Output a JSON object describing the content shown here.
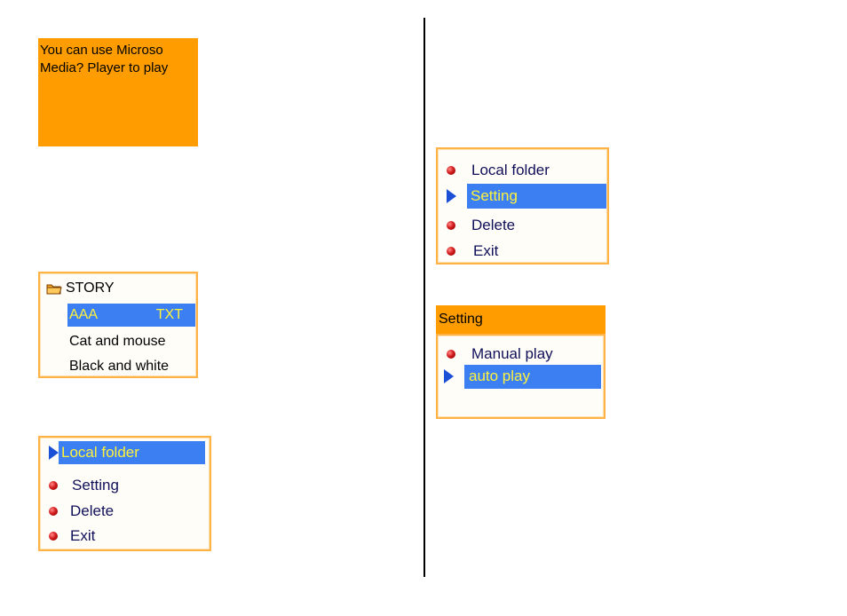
{
  "message_box": {
    "line1": "You can use Microso",
    "line2": "Media? Player to play"
  },
  "story_list": {
    "folder_name": "STORY",
    "selected_item": {
      "name": "AAA",
      "ext": "TXT"
    },
    "items": [
      "Cat and mouse",
      "Black and white"
    ]
  },
  "menu_left": {
    "items": [
      "Local folder",
      "Setting",
      "Delete",
      "Exit"
    ],
    "selected_index": 0
  },
  "menu_right": {
    "items": [
      "Local folder",
      "Setting",
      "Delete",
      "Exit"
    ],
    "selected_index": 1
  },
  "setting_panel": {
    "title": "Setting",
    "options": [
      "Manual play",
      "auto play"
    ],
    "selected_index": 1
  },
  "colors": {
    "accent": "#ff9d00",
    "highlight": "#3b7ff2",
    "highlight_text": "#fff23c",
    "menu_text": "#10105a"
  }
}
